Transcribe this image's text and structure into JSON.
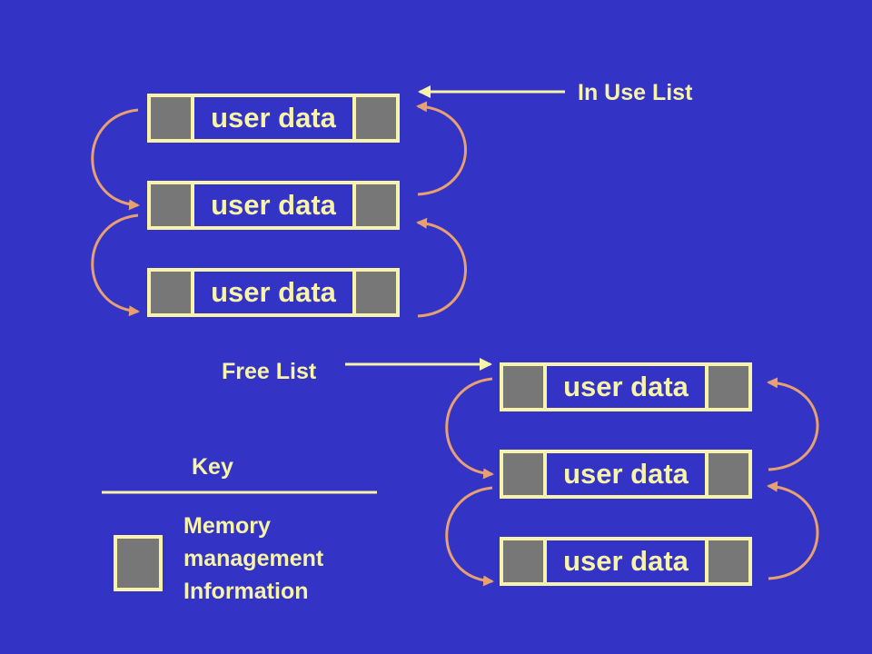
{
  "in_use_list": {
    "label": "In Use List",
    "blocks": [
      {
        "data_label": "user data"
      },
      {
        "data_label": "user data"
      },
      {
        "data_label": "user data"
      }
    ]
  },
  "free_list": {
    "label": "Free List",
    "blocks": [
      {
        "data_label": "user data"
      },
      {
        "data_label": "user data"
      },
      {
        "data_label": "user data"
      }
    ]
  },
  "key": {
    "title": "Key",
    "line1": "Memory",
    "line2": "management",
    "line3": "Information"
  },
  "colors": {
    "background": "#3333c6",
    "block_fill": "#f7f3a8",
    "management_cell": "#777777",
    "link_arrow": "#e8a070",
    "pointer_arrow": "#f7f3a8"
  }
}
